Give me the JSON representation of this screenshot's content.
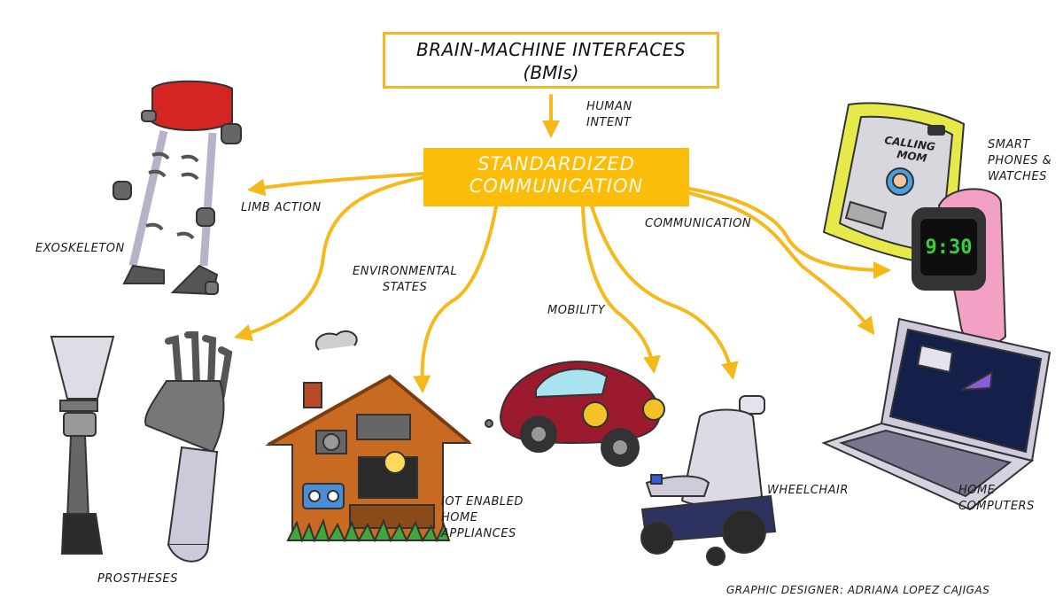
{
  "title": {
    "line1": "BRAIN-MACHINE INTERFACES",
    "line2": "(BMIs)"
  },
  "hub": {
    "line1": "STANDARDIZED",
    "line2": "COMMUNICATION"
  },
  "edge_labels": {
    "human_intent": [
      "HUMAN",
      "INTENT"
    ],
    "limb_action": "LIMB ACTION",
    "environmental_states": [
      "ENVIRONMENTAL",
      "STATES"
    ],
    "mobility": "MOBILITY",
    "communication": "COMMUNICATION"
  },
  "devices": {
    "exoskeleton": "EXOSKELETON",
    "prostheses": "PROSTHESES",
    "iot": [
      "IOT ENABLED",
      "HOME",
      "APPLIANCES"
    ],
    "wheelchair": "WHEELCHAIR",
    "smart_phones": [
      "SMART",
      "PHONES &",
      "WATCHES"
    ],
    "home_computers": [
      "HOME",
      "COMPUTERS"
    ]
  },
  "phone_screen": {
    "line1": "CALLING",
    "line2": "MOM"
  },
  "watch_time": "9:30",
  "credit": "GRAPHIC DESIGNER: ADRIANA LOPEZ CAJIGAS",
  "colors": {
    "arrow": "#f5b91c",
    "hub": "#fbbd0a",
    "title_border": "#f2b82a"
  }
}
